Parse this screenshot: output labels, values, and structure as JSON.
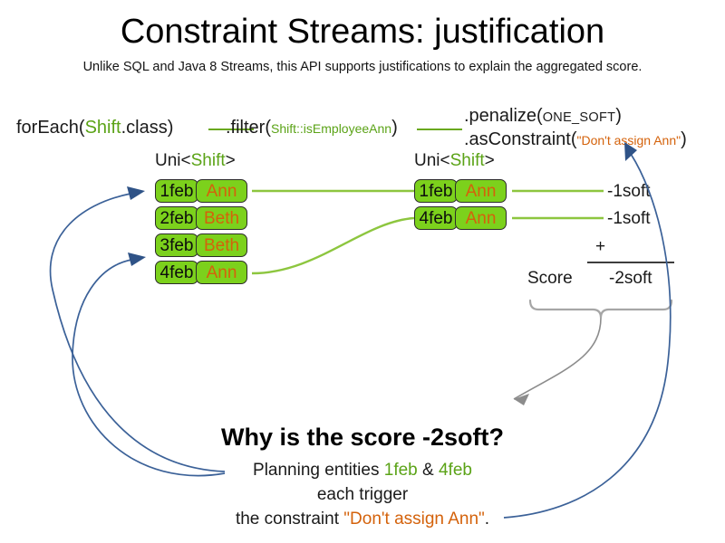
{
  "header": {
    "title": "Constraint Streams: justification",
    "subtitle": "Unlike SQL and Java 8 Streams, this API supports justifications to explain the aggregated score."
  },
  "pipeline": {
    "foreach": {
      "prefix": "forEach(",
      "type": "Shift",
      "suffix": ".class)"
    },
    "filter": {
      "prefix": ".filter(",
      "arg": "Shift::isEmployeeAnn",
      "suffix": ")"
    },
    "penalize": {
      "prefix": ".penalize(",
      "arg": "ONE_SOFT",
      "suffix": ")"
    },
    "as_constraint": {
      "prefix": ".asConstraint(",
      "arg": "\"Don't assign Ann\"",
      "suffix": ")"
    }
  },
  "streams": {
    "left": {
      "label_prefix": "Uni<",
      "label_type": "Shift",
      "label_suffix": ">",
      "rows": [
        {
          "date": "1feb",
          "employee": "Ann"
        },
        {
          "date": "2feb",
          "employee": "Beth"
        },
        {
          "date": "3feb",
          "employee": "Beth"
        },
        {
          "date": "4feb",
          "employee": "Ann"
        }
      ]
    },
    "right": {
      "label_prefix": "Uni<",
      "label_type": "Shift",
      "label_suffix": ">",
      "rows": [
        {
          "date": "1feb",
          "employee": "Ann"
        },
        {
          "date": "4feb",
          "employee": "Ann"
        }
      ]
    }
  },
  "score": {
    "penalties": [
      "-1soft",
      "-1soft"
    ],
    "operator": "+",
    "label": "Score",
    "total": "-2soft"
  },
  "explanation": {
    "heading": "Why is the score -2soft?",
    "line1_prefix": "Planning entities ",
    "line1_entity_a": "1feb",
    "line1_amp": " & ",
    "line1_entity_b": "4feb",
    "line2": "each trigger",
    "line3_prefix": "the constraint ",
    "line3_constraint": "\"Don't assign Ann\"",
    "line3_suffix": "."
  },
  "colors": {
    "fact_fill": "#7cd11c",
    "fact_border": "#2b2b2b",
    "type_green": "#5ba317",
    "line_green": "#6aa81f",
    "constraint_orange": "#d4620b",
    "arrow_blue": "#3b6198",
    "brace_gray": "#a6a6a6"
  }
}
